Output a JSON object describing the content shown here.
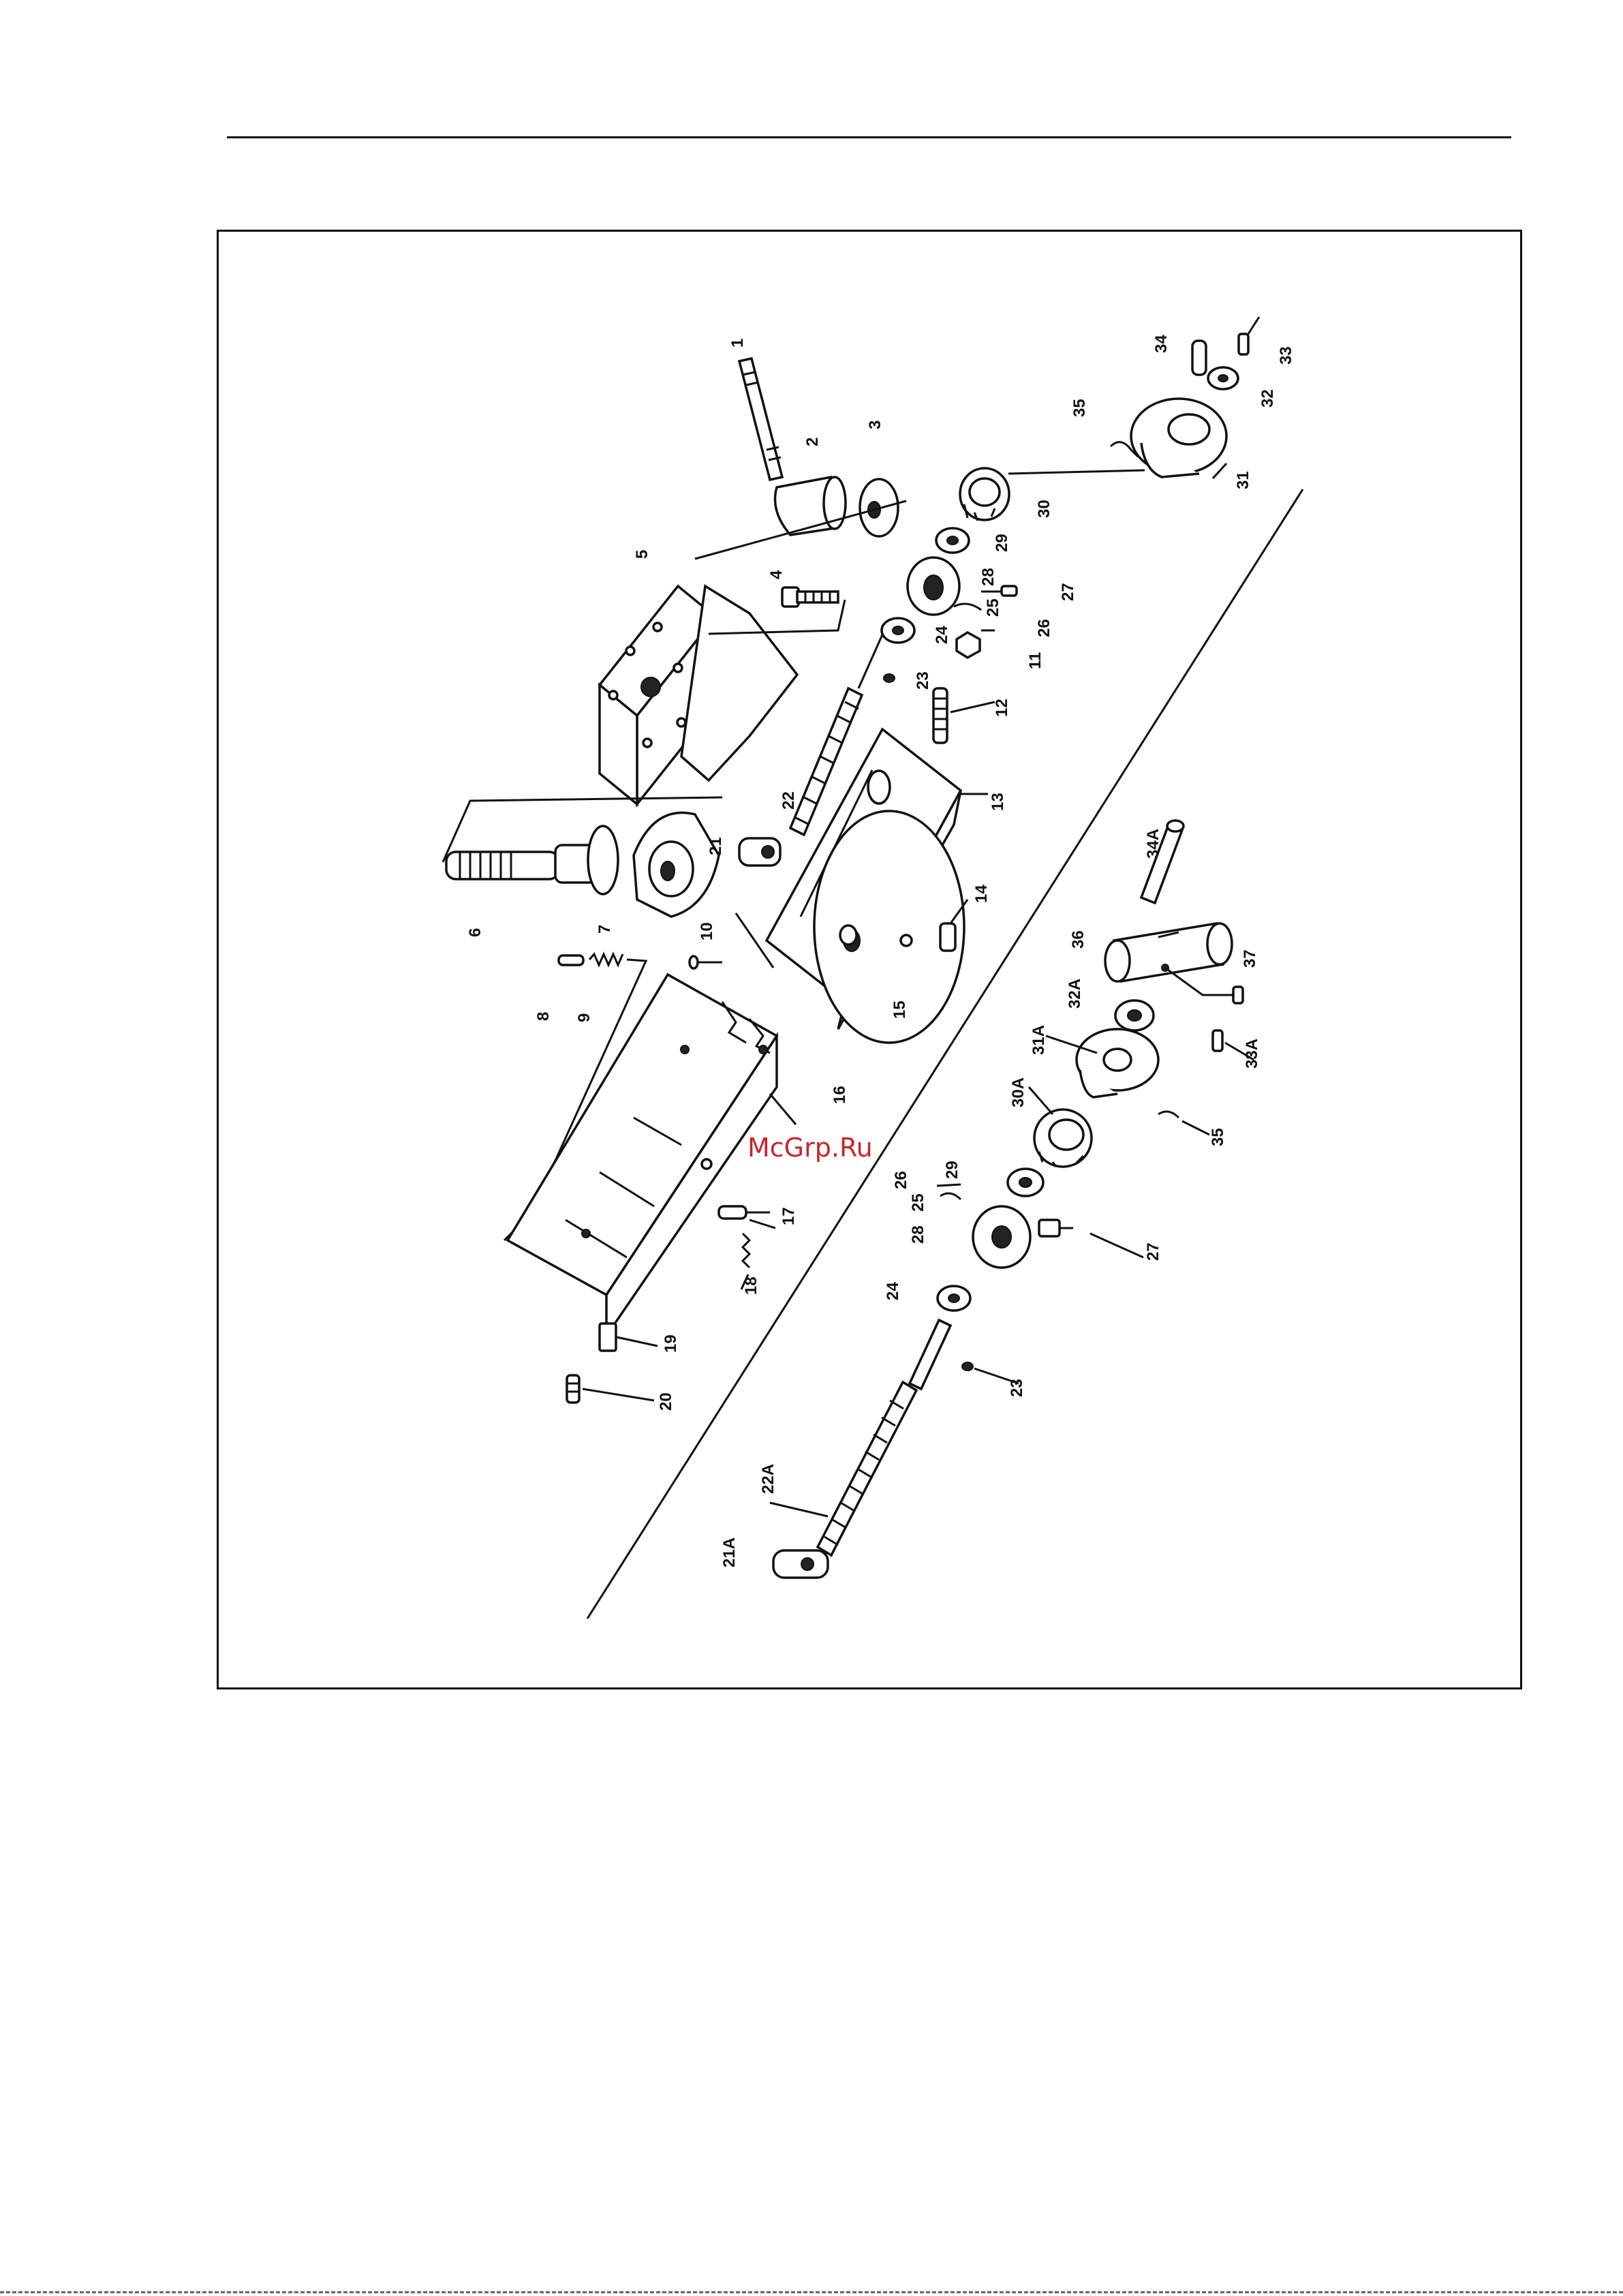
{
  "watermark": "McGrp.Ru",
  "part_labels": {
    "p1": "1",
    "p2": "2",
    "p3": "3",
    "p4": "4",
    "p5": "5",
    "p6": "6",
    "p7": "7",
    "p8": "8",
    "p9": "9",
    "p10": "10",
    "p11": "11",
    "p12": "12",
    "p13": "13",
    "p14": "14",
    "p15": "15",
    "p16": "16",
    "p17": "17",
    "p18": "18",
    "p19": "19",
    "p20": "20",
    "p21": "21",
    "p22": "22",
    "p23": "23",
    "p24": "24",
    "p25": "25",
    "p26": "26",
    "p27": "27",
    "p28": "28",
    "p29": "29",
    "p30": "30",
    "p31": "31",
    "p32": "32",
    "p33": "33",
    "p34": "34",
    "p35": "35",
    "p21A": "21A",
    "p22A": "22A",
    "p23b": "23",
    "p24b": "24",
    "p25b": "25",
    "p26b": "26",
    "p27b": "27",
    "p28b": "28",
    "p29b": "29",
    "p30A": "30A",
    "p31A": "31A",
    "p32A": "32A",
    "p33A": "33A",
    "p34A": "34A",
    "p35b": "35",
    "p36": "36",
    "p37": "37"
  }
}
